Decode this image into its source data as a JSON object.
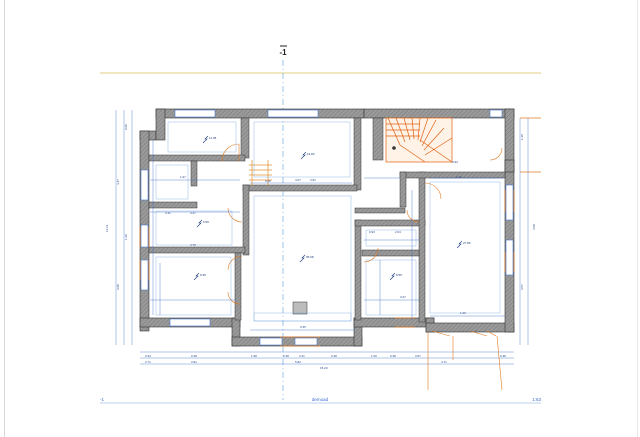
{
  "section_marker": {
    "label": "-1"
  },
  "footer": {
    "left": "-1",
    "center": "demoad",
    "right": "1:63"
  },
  "colors": {
    "wall": "#8c8c8c",
    "wall_stroke": "#333333",
    "dimension": "#3a6acc",
    "door": "#e07a20",
    "stairs": "#e06010",
    "axis": "#5aa0e0",
    "reference_line": "#e8d89a"
  },
  "rooms": [
    {
      "id": "r1",
      "area": "11.05"
    },
    {
      "id": "r2",
      "area": "13.82"
    },
    {
      "id": "r3",
      "area": "6.59"
    },
    {
      "id": "r4",
      "area": "9.35"
    },
    {
      "id": "r5",
      "area": "35.68"
    },
    {
      "id": "r6",
      "area": "8.55"
    },
    {
      "id": "r7",
      "area": "27.86"
    }
  ],
  "dims": {
    "top_1": "1.97",
    "top_2": "3.91",
    "top_3": "0.35",
    "mid_1": "2.71",
    "mid_2": "3.91",
    "mid_3": "4.07",
    "left_total": "12.21",
    "left_1": "4.47",
    "left_2": "3.98",
    "bottom_1": "2.94",
    "bottom_2": "5.82",
    "bottom_3": "4.71",
    "bottom_total": "15.20",
    "b_a": "0.38",
    "b_b": "1.98",
    "b_c": "0.38",
    "b_d": "3.41",
    "b_e": "0.38",
    "b_f": "1.00",
    "b_g": "3.67",
    "b_h": "0.38",
    "r_1": "4.58",
    "r_2": "3.57",
    "r_3": "1.20",
    "stair_w": "0.93",
    "stair_h": "2.04",
    "c_1": "4.79",
    "c_2": "3.47",
    "c_3": "3.31",
    "h_1": "0.90",
    "h_2": "0.25"
  }
}
